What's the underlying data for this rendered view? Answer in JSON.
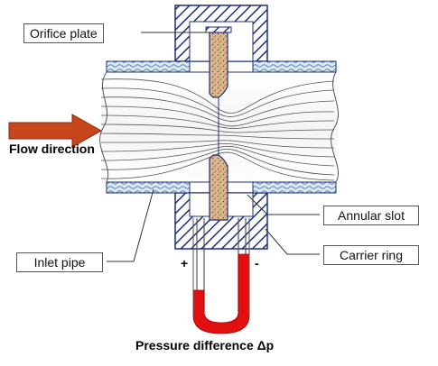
{
  "labels": {
    "orifice_plate": "Orifice plate",
    "flow_direction": "Flow direction",
    "annular_slot": "Annular slot",
    "carrier_ring": "Carrier ring",
    "inlet_pipe": "Inlet pipe",
    "plus_sign": "+",
    "minus_sign": "-",
    "pressure_difference": "Pressure difference Δp"
  },
  "colors": {
    "housing_navy": "#1f2f7a",
    "pipe_wall_fill": "#cfe2f2",
    "orifice_fill": "#d8b48c",
    "flow_arrow": "#c8461c",
    "manometer_fluid": "#e01010",
    "streamlines": "#555555"
  }
}
